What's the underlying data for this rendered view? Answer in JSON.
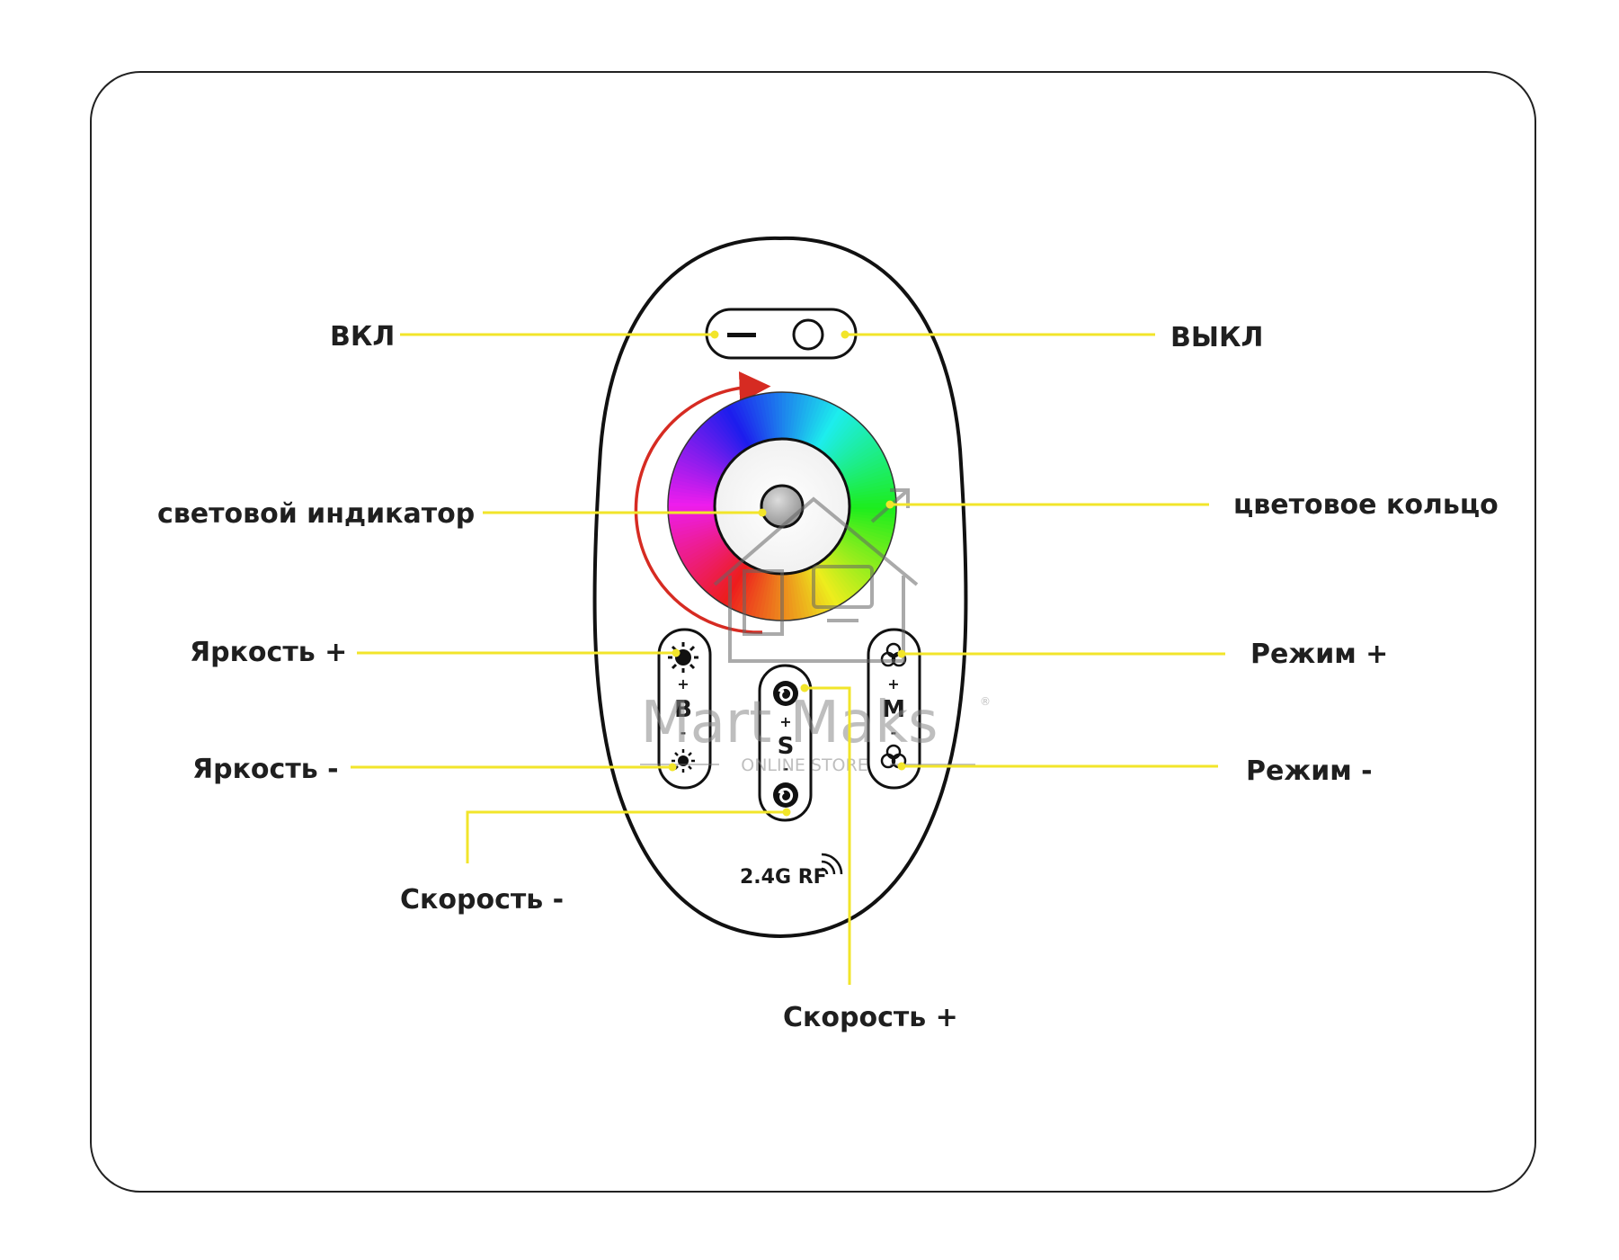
{
  "callouts": {
    "on": "ВКЛ",
    "off": "ВЫКЛ",
    "indicator": "световой индикатор",
    "color_ring": "цветовое кольцо",
    "brightness_up": "Яркость +",
    "brightness_down": "Яркость -",
    "mode_up": "Режим +",
    "mode_down": "Режим -",
    "speed_down": "Скорость -",
    "speed_up": "Скорость +"
  },
  "remote": {
    "b_key": "B",
    "s_key": "S",
    "m_key": "M",
    "plus": "+",
    "minus": "-",
    "rf_label": "2.4G RF"
  },
  "watermark": {
    "brand": "Mart Maks",
    "registered": "®",
    "subtitle": "ONLINE STORE"
  },
  "colors": {
    "leader": "#f2e52a",
    "arrow": "#d62b22",
    "outline": "#1a1a1a"
  },
  "icons": {
    "off_key": "minus-bar-icon",
    "on_key": "circle-icon",
    "brightness": "sun-icon",
    "speed": "swirl-icon",
    "mode": "three-circles-icon",
    "signal": "wifi-signal-icon"
  }
}
